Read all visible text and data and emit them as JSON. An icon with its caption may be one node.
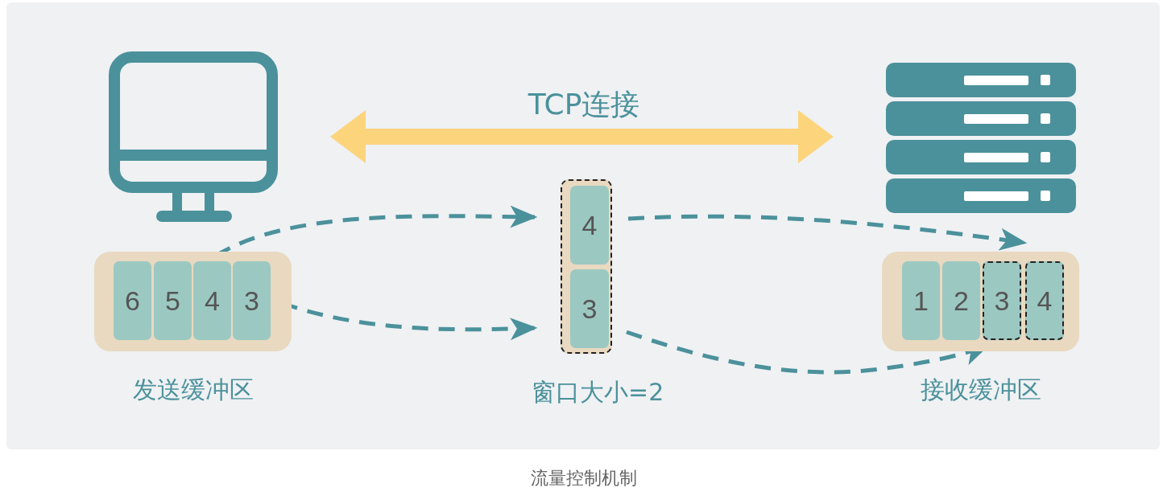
{
  "diagram": {
    "caption": "流量控制机制",
    "nodes": [
      {
        "text": [],
        "shape": "monitor"
      },
      {
        "text": [],
        "shape": "server"
      },
      {
        "text": [
          "发送缓冲区"
        ]
      },
      {
        "text": [
          "6"
        ],
        "in": 2
      },
      {
        "text": [
          "5"
        ],
        "in": 2
      },
      {
        "text": [
          "4"
        ],
        "in": 2
      },
      {
        "text": [
          "3"
        ],
        "in": 2
      },
      {
        "text": [
          "窗口大小=2"
        ]
      },
      {
        "text": [
          "4"
        ],
        "in": 7
      },
      {
        "text": [
          "3"
        ],
        "in": 7
      },
      {
        "text": [
          "接收缓冲区"
        ]
      },
      {
        "text": [
          "1"
        ],
        "in": 10
      },
      {
        "text": [
          "2"
        ],
        "in": 10
      },
      {
        "text": [
          "3"
        ],
        "in": 10
      },
      {
        "text": [
          "4"
        ],
        "in": 10
      }
    ],
    "edges": [
      {
        "from": 0,
        "to": 1,
        "arrow": "both",
        "label": "TCP连接",
        "style": "thick",
        "color": "#fcd47c"
      },
      {
        "from": 5,
        "to": 8,
        "arrow": "to",
        "style": "dashed"
      },
      {
        "from": 6,
        "to": 9,
        "arrow": "to",
        "style": "dashed"
      },
      {
        "from": 8,
        "to": 14,
        "arrow": "to",
        "style": "dashed"
      },
      {
        "from": 9,
        "to": 13,
        "arrow": "to",
        "style": "dashed"
      }
    ]
  }
}
